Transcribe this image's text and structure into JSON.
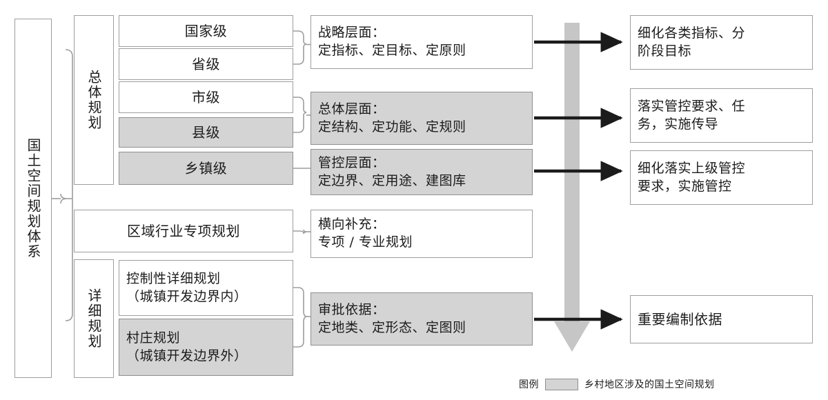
{
  "root": {
    "label": "国土空间规划体系"
  },
  "groups": [
    {
      "name": "overall-planning",
      "label": "总体规划"
    },
    {
      "name": "detailed-planning",
      "label": "详细规划"
    }
  ],
  "levels": [
    {
      "name": "national",
      "label": "国家级",
      "highlight": false
    },
    {
      "name": "provincial",
      "label": "省级",
      "highlight": false
    },
    {
      "name": "municipal",
      "label": "市级",
      "highlight": false
    },
    {
      "name": "county",
      "label": "县级",
      "highlight": true
    },
    {
      "name": "township",
      "label": "乡镇级",
      "highlight": true
    }
  ],
  "special_plan": {
    "label": "区域行业专项规划",
    "highlight": false
  },
  "detail_plans": [
    {
      "name": "regulatory-detailed-plan",
      "line1": "控制性详细规划",
      "line2": "（城镇开发边界内）",
      "highlight": false
    },
    {
      "name": "village-plan",
      "line1": "村庄规划",
      "line2": "（城镇开发边界外）",
      "highlight": true
    }
  ],
  "layers": [
    {
      "name": "strategic-layer",
      "line1": "战略层面：",
      "line2": "定指标、定目标、定原则",
      "highlight": false
    },
    {
      "name": "overall-layer",
      "line1": "总体层面：",
      "line2": "定结构、定功能、定规则",
      "highlight": true
    },
    {
      "name": "control-layer",
      "line1": "管控层面：",
      "line2": "定边界、定用途、建图库",
      "highlight": true
    },
    {
      "name": "horizontal-layer",
      "line1": "横向补充：",
      "line2": "专项 / 专业规划",
      "highlight": false
    },
    {
      "name": "approval-layer",
      "line1": "审批依据：",
      "line2": "定地类、定形态、定图则",
      "highlight": true
    }
  ],
  "outcomes": [
    {
      "name": "outcome-strategic",
      "line1": "细化各类指标、分",
      "line2": "阶段目标"
    },
    {
      "name": "outcome-overall",
      "line1": "落实管控要求、任",
      "line2": "务，实施传导"
    },
    {
      "name": "outcome-control",
      "line1": "细化落实上级管控",
      "line2": "要求，实施管控"
    },
    {
      "name": "outcome-approval",
      "line1": "重要编制依据",
      "line2": ""
    }
  ],
  "legend": {
    "title": "图例",
    "description": "乡村地区涉及的国土空间规划",
    "swatch_color": "#d4d4d4"
  },
  "colors": {
    "box_border": "#9d9d9d",
    "highlight_fill": "#d4d4d4",
    "arrow_black": "#1b1b1b",
    "big_arrow_gray": "#c6c6c6",
    "text": "#1b1b1b"
  }
}
